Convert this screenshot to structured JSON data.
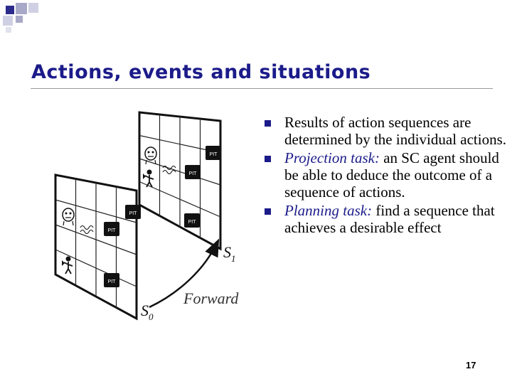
{
  "slide": {
    "title": "Actions, events and situations",
    "page_number": "17"
  },
  "figure": {
    "pit_label": "PIT",
    "state_s0": "S",
    "state_s0_sub": "0",
    "state_s1": "S",
    "state_s1_sub": "1",
    "arrow_label": "Forward"
  },
  "bullets": [
    {
      "term": "",
      "text": "Results of action sequences are determined by the individual actions."
    },
    {
      "term": "Projection task:",
      "text": " an SC agent should be able to deduce the outcome of a sequence of actions."
    },
    {
      "term": "Planning task:",
      "text": " find a sequence that achieves a desirable effect"
    }
  ],
  "colors": {
    "title": "#1b1b8a",
    "deco_blue": "#2b2b8c",
    "deco_gray": "#a8a8c8",
    "bullet": "#1b1b8a"
  }
}
